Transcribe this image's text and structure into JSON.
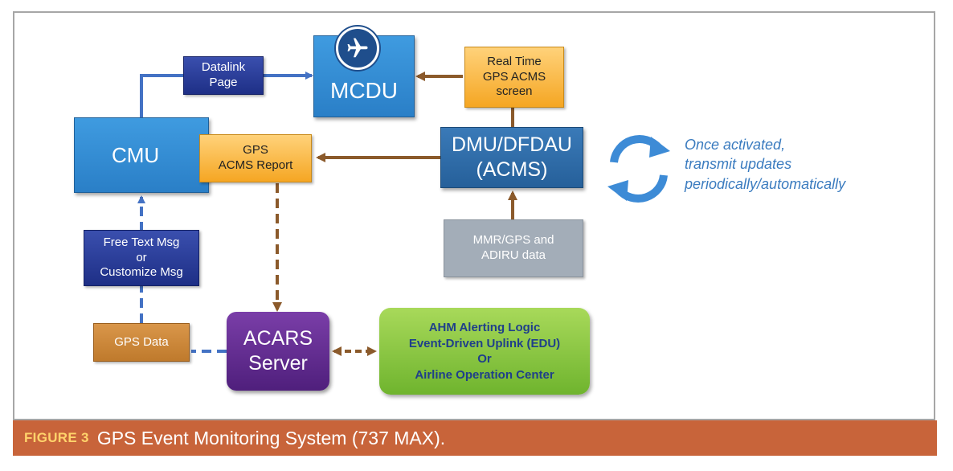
{
  "nodes": {
    "mcdu": "MCDU",
    "cmu": "CMU",
    "datalink_page": [
      "Datalink",
      "Page"
    ],
    "realtime_screen": [
      "Real Time",
      "GPS ACMS",
      "screen"
    ],
    "gps_acms_report": [
      "GPS",
      "ACMS Report"
    ],
    "dmu_dfdau": [
      "DMU/DFDAU",
      "(ACMS)"
    ],
    "mmr_gps": [
      "MMR/GPS and",
      "ADIRU data"
    ],
    "free_text_msg": [
      "Free Text Msg",
      "or",
      "Customize Msg"
    ],
    "gps_data": "GPS Data",
    "acars_server": [
      "ACARS",
      "Server"
    ],
    "ahm": [
      "AHM Alerting Logic",
      "Event-Driven Uplink (EDU)",
      "Or",
      "Airline Operation Center"
    ]
  },
  "annotation": [
    "Once activated,",
    "transmit updates",
    "periodically/automatically"
  ],
  "caption": {
    "label": "FIGURE 3",
    "text": "GPS Event Monitoring System (737 MAX)."
  },
  "icons": {
    "mcdu": "airplane-icon",
    "cycle": "refresh-cycle-icon"
  },
  "colors": {
    "blue_arrow": "#4472c4",
    "brown_arrow": "#8b5a2b",
    "caption_bar": "#c8643a",
    "caption_label": "#ffd36b",
    "annotation": "#3a7bbf"
  }
}
